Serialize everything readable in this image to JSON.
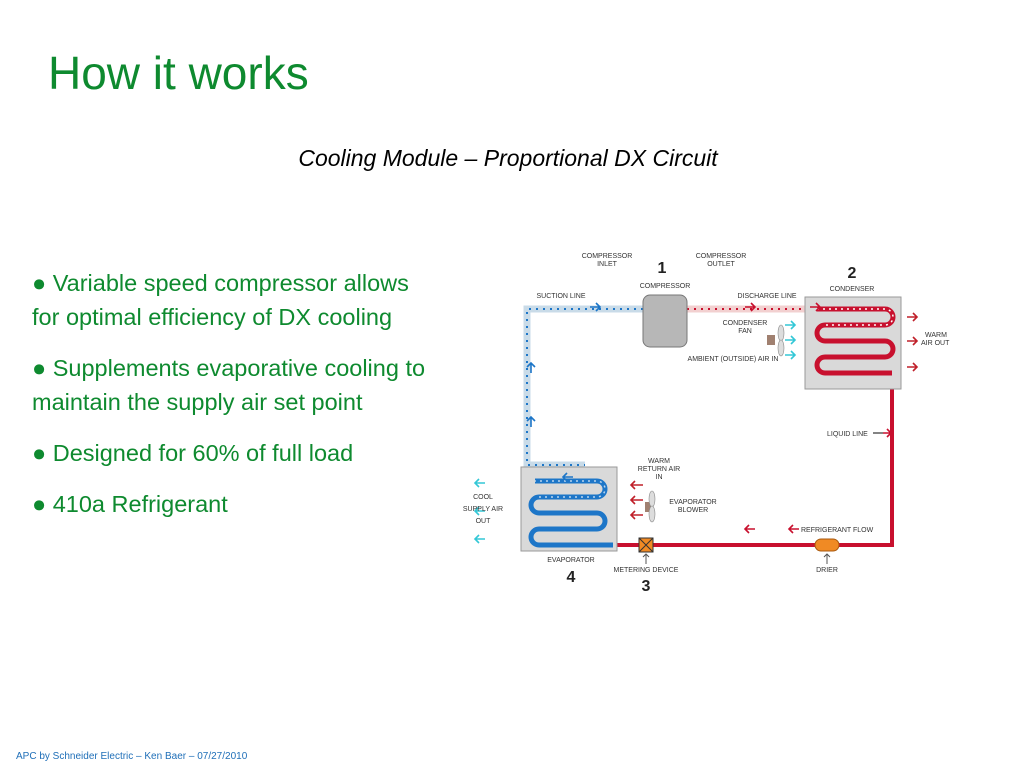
{
  "title": "How it works",
  "subtitle": "Cooling Module – Proportional DX Circuit",
  "bullets": [
    "● Variable speed compressor allows for optimal efficiency of DX cooling",
    "● Supplements evaporative cooling to maintain the supply air set point",
    "● Designed for 60% of full load",
    "● 410a Refrigerant"
  ],
  "footer": "APC by Schneider Electric – Ken Baer – 07/27/2010",
  "diagram": {
    "labels": {
      "compressor_inlet_1": "COMPRESSOR",
      "compressor_inlet_2": "INLET",
      "compressor_outlet_1": "COMPRESSOR",
      "compressor_outlet_2": "OUTLET",
      "compressor": "COMPRESSOR",
      "suction_line": "SUCTION LINE",
      "discharge_line": "DISCHARGE LINE",
      "condenser": "CONDENSER",
      "condenser_fan_1": "CONDENSER",
      "condenser_fan_2": "FAN",
      "ambient_air": "AMBIENT (OUTSIDE) AIR IN",
      "warm_air_out_1": "WARM",
      "warm_air_out_2": "AIR OUT",
      "liquid_line": "LIQUID LINE",
      "warm_return_1": "WARM",
      "warm_return_2": "RETURN AIR",
      "warm_return_3": "IN",
      "evap_blower_1": "EVAPORATOR",
      "evap_blower_2": "BLOWER",
      "cool_supply_1": "COOL",
      "cool_supply_2": "SUPPLY AIR",
      "cool_supply_3": "OUT",
      "refrigerant_flow": "REFRIGERANT FLOW",
      "evaporator": "EVAPORATOR",
      "metering_device": "METERING DEVICE",
      "drier": "DRIER"
    },
    "numbers": {
      "compressor": "1",
      "condenser": "2",
      "metering": "3",
      "evaporator": "4"
    },
    "colors": {
      "hot_line": "#c8102e",
      "cold_line": "#1d76c8",
      "suction_dots": "#1d76c8",
      "air_in": "#33c7d6",
      "air_out": "#c0202a",
      "drier": "#f08a24",
      "coil_box": "#d9d9d9"
    }
  }
}
